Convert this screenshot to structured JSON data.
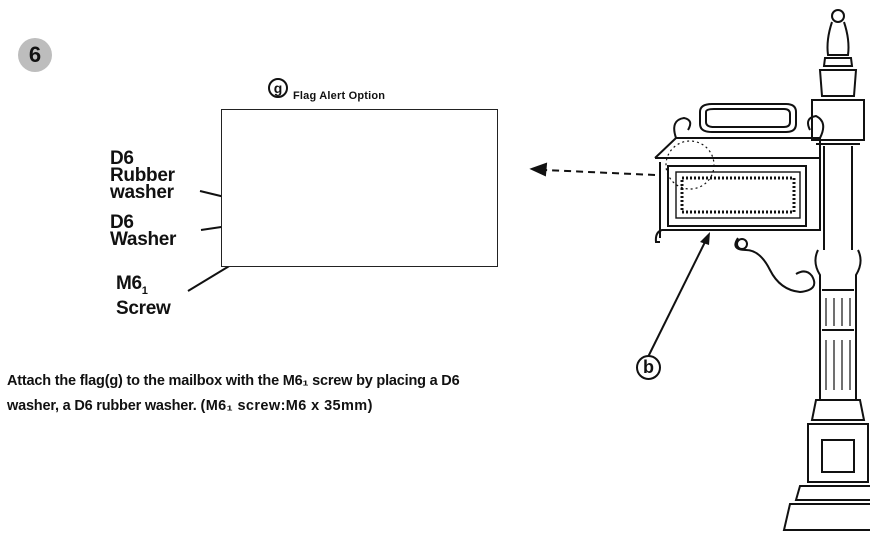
{
  "step": {
    "number": "6"
  },
  "callouts": {
    "flag_letter": "g",
    "flag_label": "Flag Alert Option",
    "mailbox_letter": "b"
  },
  "parts": {
    "rubber_washer": [
      "D6",
      "Rubber",
      "washer"
    ],
    "washer": [
      "D6",
      "Washer"
    ],
    "screw": [
      "M6",
      "Screw"
    ],
    "screw_subscript": "1"
  },
  "instruction": {
    "line1": "Attach the flag(g) to the mailbox with the M6₁ screw by placing a D6",
    "line2": "washer,  a D6 rubber washer. ",
    "spec": "(M6₁ screw:M6 x 35mm)"
  }
}
